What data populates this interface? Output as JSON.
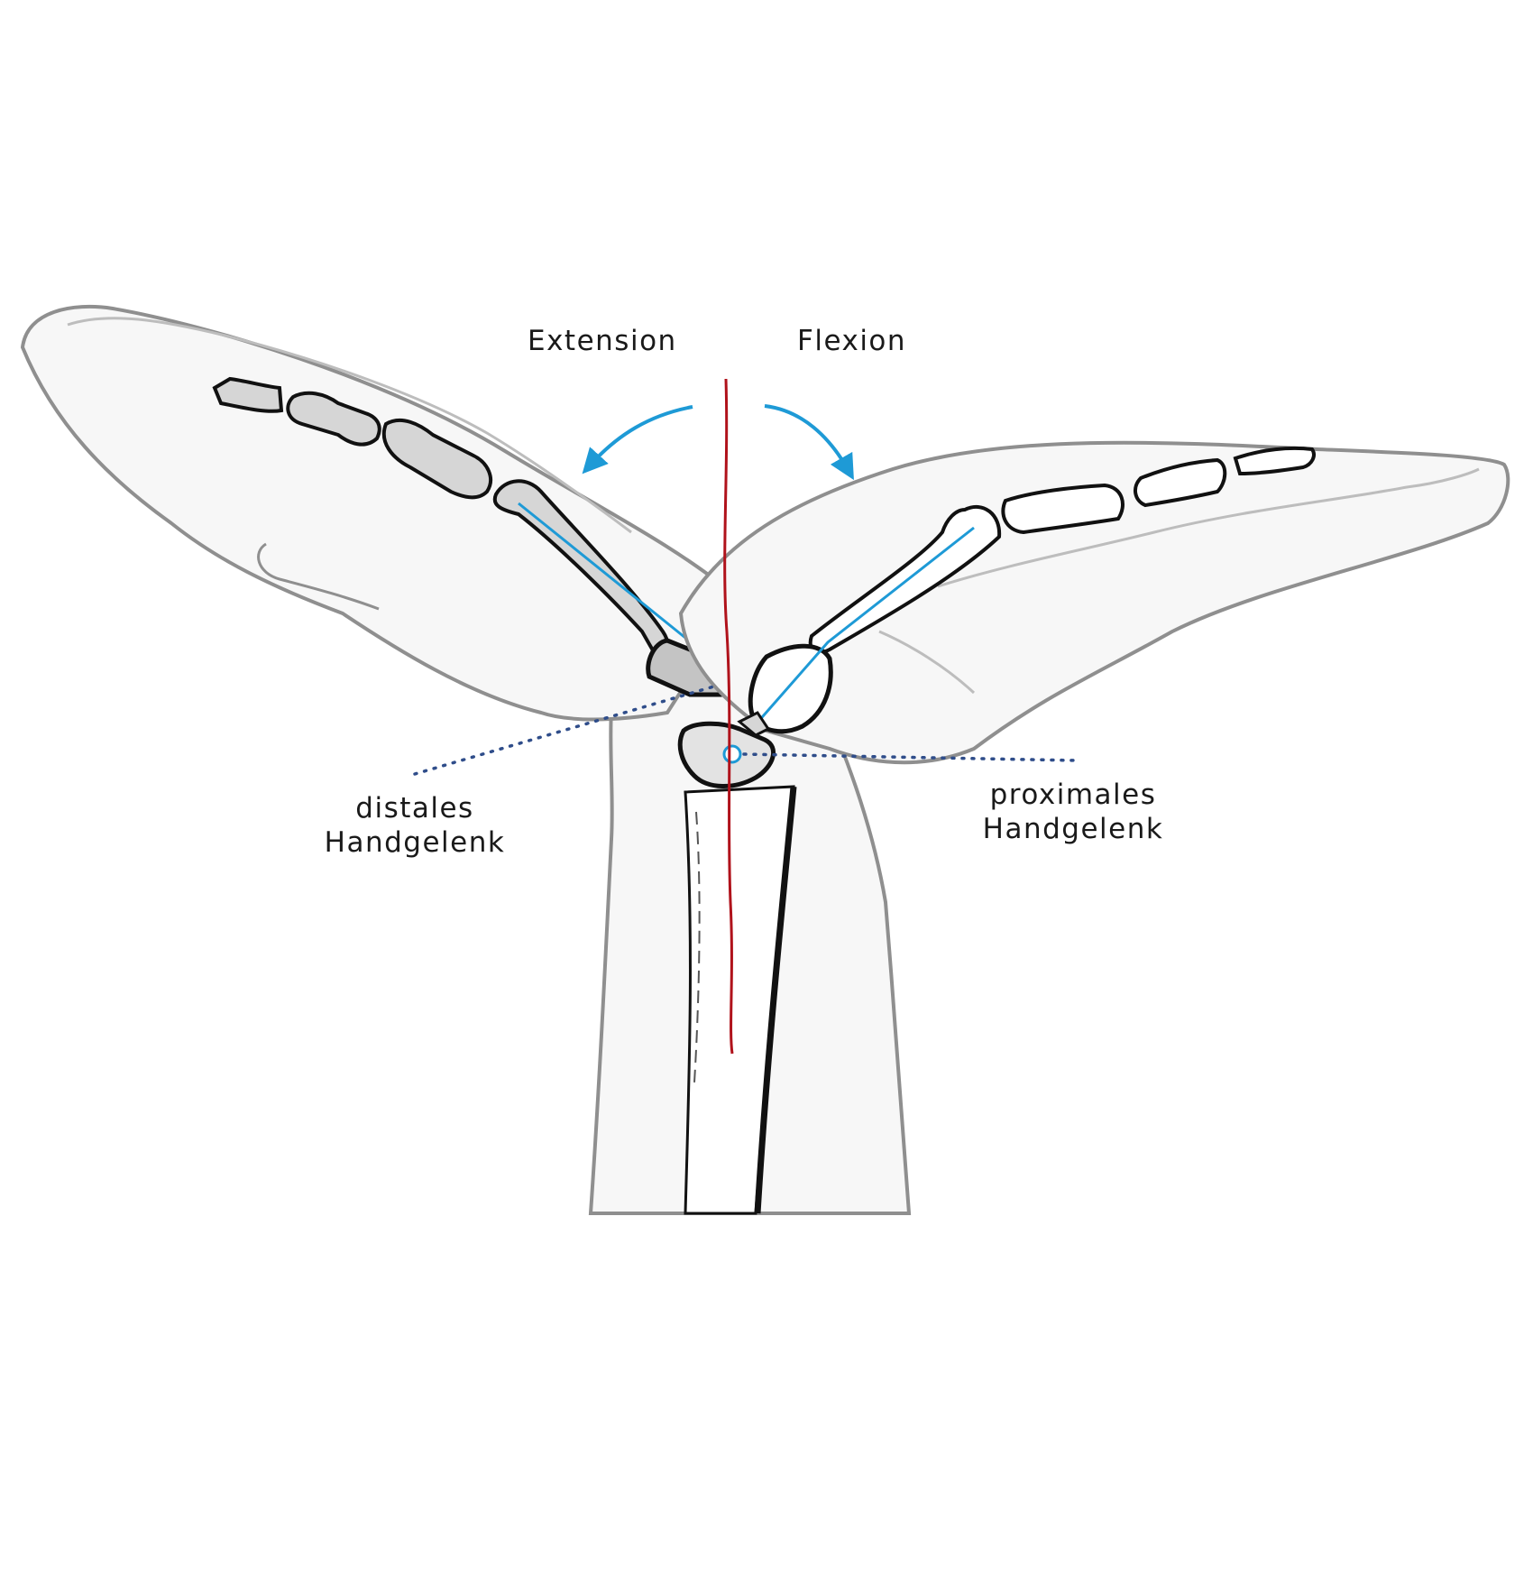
{
  "labels": {
    "extension": "Extension",
    "flexion": "Flexion",
    "distal_line1": "distales",
    "distal_line2": "Handgelenk",
    "proximal_line1": "proximales",
    "proximal_line2": "Handgelenk"
  },
  "colors": {
    "axis": "#b0121b",
    "bone_axis": "#1e9ad6",
    "arrow": "#1e9ad6",
    "leader": "#2f4d8a",
    "skin_outline": "#8f8f8f",
    "skin_fill": "#f7f7f7",
    "bone_outline": "#111111",
    "bone_fill_extension": "#d6d6d6",
    "bone_fill_flexion": "#ffffff"
  }
}
